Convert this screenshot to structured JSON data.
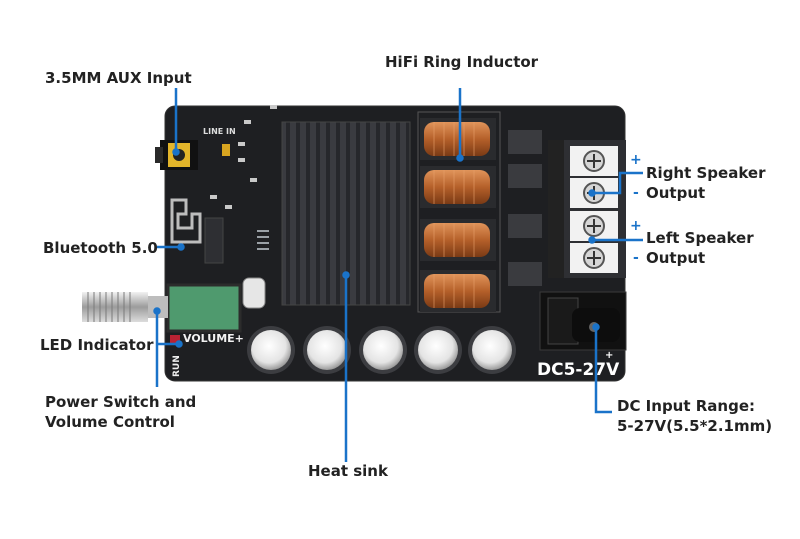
{
  "labels": {
    "aux_input": "3.5MM AUX Input",
    "bluetooth": "Bluetooth 5.0",
    "led_indicator": "LED Indicator",
    "power_switch_line1": "Power Switch and",
    "power_switch_line2": "Volume Control",
    "hifi_inductor": "HiFi Ring Inductor",
    "right_speaker_line1": "Right Speaker",
    "right_speaker_line2": "Output",
    "left_speaker_line1": "Left Speaker",
    "left_speaker_line2": "Output",
    "heat_sink": "Heat sink",
    "dc_input_line1": "DC Input Range:",
    "dc_input_line2": "5-27V(5.5*2.1mm)"
  },
  "polarity": {
    "plus": "+",
    "minus": "-"
  },
  "board_print": {
    "line_in": "LINE IN",
    "volume": "VOLUME+",
    "run": "RUN",
    "dc_rating": "DC5-27V",
    "dc_plus": "+"
  },
  "colors": {
    "board": "#1e1f22",
    "heatsink": "#2b2c30",
    "inductor_copper": "#c06a30",
    "leader_line": "#1a73c9",
    "label_text": "#222222",
    "led_display": "#4f9a6e"
  }
}
